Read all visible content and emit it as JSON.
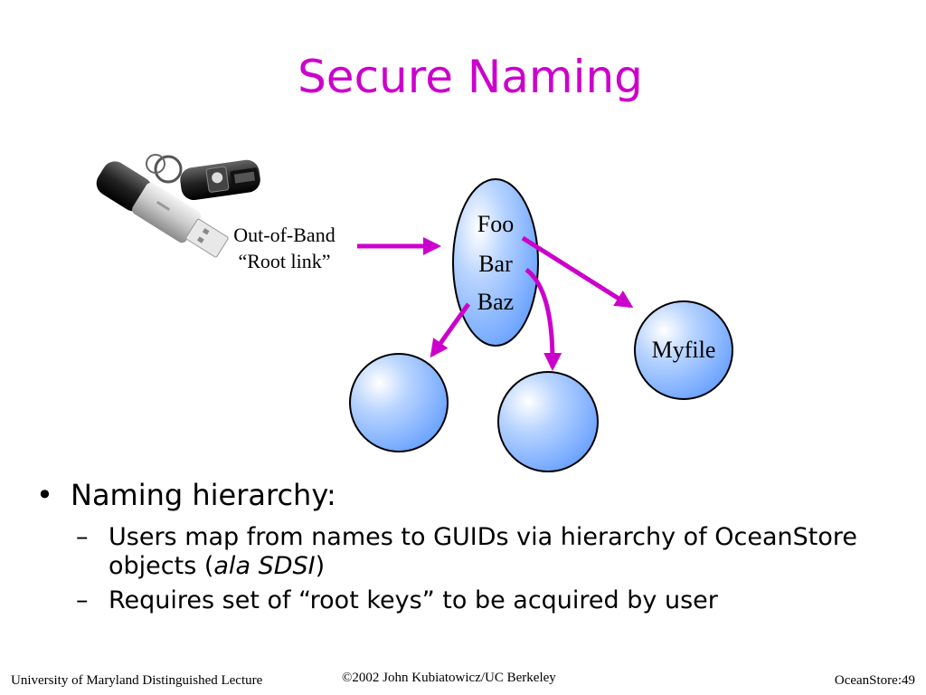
{
  "slide": {
    "title": "Secure Naming"
  },
  "diagram": {
    "label_oob_line1": "Out-of-Band",
    "label_oob_line2": "“Root link”",
    "root_names": [
      "Foo",
      "Bar",
      "Baz"
    ],
    "file_node_label": "Myfile",
    "node_fill_color": "#7fb0ff",
    "arrow_color": "#cc00cc"
  },
  "bullets": {
    "main": "Naming hierarchy:",
    "sub1_text": "Users map from names to GUIDs via hierarchy of OceanStore objects (",
    "sub1_italic": "ala SDSI",
    "sub1_close": ")",
    "sub2_text": "Requires set of “root keys” to be acquired by user"
  },
  "footer": {
    "left": "University of Maryland Distinguished Lecture",
    "center": "©2002 John Kubiatowicz/UC Berkeley",
    "right": "OceanStore:49"
  }
}
